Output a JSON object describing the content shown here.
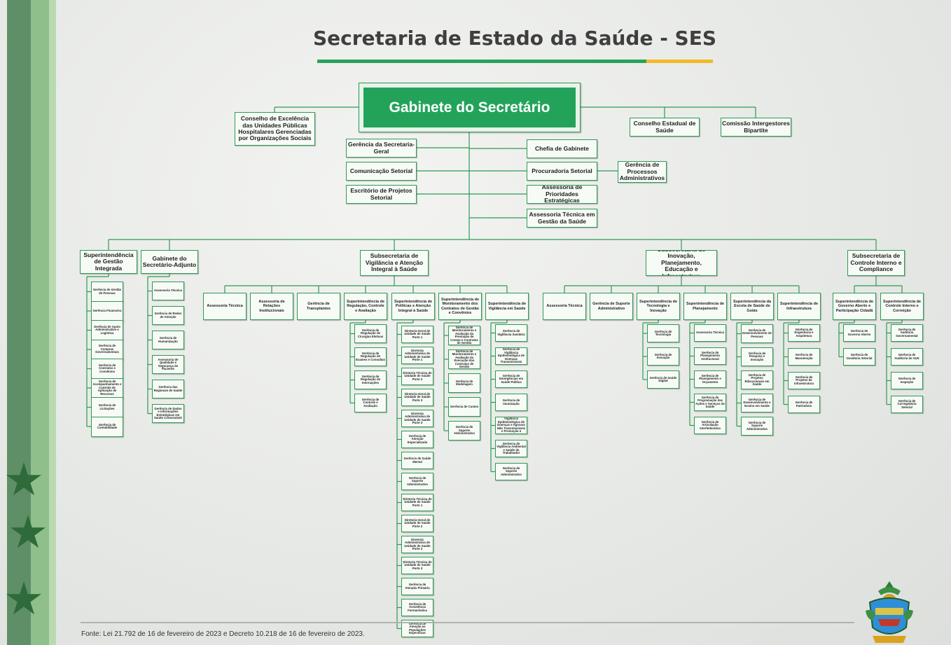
{
  "title": "Secretaria de Estado da Saúde - SES",
  "footer": "Fonte: Lei 21.792 de 16 de fevereiro de 2023 e Decreto 10.218 de 16 de fevereiro de 2023.",
  "colors": {
    "accent_green": "#23a35a",
    "border_green": "#2e9a52",
    "accent_yellow": "#f2b92a",
    "sidebar_green": "#5f8f66"
  },
  "top": {
    "gabinete": "Gabinete do Secretário",
    "conselho_excelencia": "Conselho de Excelência das Unidades Públicas Hospitalares Gerenciadas por Organizações Sociais",
    "conselho_estadual": "Conselho Estadual de Saúde",
    "comissao": "Comissão Intergestores Bipartite",
    "left_units": [
      "Gerência da Secretaria-Geral",
      "Comunicação Setorial",
      "Escritório de Projetos Setorial"
    ],
    "right_units": [
      "Chefia de Gabinete",
      "Procuradoria Setorial",
      "Assessoria de Prioridades Estratégicas",
      "Assessoria Técnica em Gestão da Saúde"
    ],
    "processos": "Gerência de Processos Administrativos"
  },
  "level1": {
    "sup_gestao": "Superintendência de Gestão Integrada",
    "gab_adjunto": "Gabinete do Secretário-Adjunto",
    "sub_vigilancia": "Subsecretaria de Vigilância e Atenção Integral à Saúde",
    "sub_inovacao": "Subsecretaria de Inovação, Planejamento, Educação e Infraestrutura",
    "sub_controle": "Subsecretaria de Controle Interno e Compliance"
  },
  "level2": {
    "vig": [
      "Assessoria Técnica",
      "Assessoria de Relações Institucionais",
      "Gerência de Transplantes",
      "Superintendência de Regulação, Controle e Avaliação",
      "Superintendência de Políticas e Atenção Integral à Saúde",
      "Superintendência de Monitoramento dos Contratos de Gestão e Convênios",
      "Superintendência de Vigilância em Saúde"
    ],
    "ino": [
      "Assessoria Técnica",
      "Gerência de Suporte Administrativo",
      "Superintendência de Tecnologia e Inovação",
      "Superintendência de Planejamento",
      "Superintendência da Escola de Saúde de Goiás",
      "Superintendência de Infraestrutura"
    ],
    "ctl": [
      "Superintendência de Governo Aberto e Participação Cidadã",
      "Superintendência de Controle Interno e Correição"
    ]
  },
  "level3": {
    "gestao": [
      "Gerência de Gestão de Pessoas",
      "Gerência Financeira",
      "Gerência de Apoio Administrativo e Logística",
      "Gerência de Compras Governamentais",
      "Gerência de Contratos e Convênios",
      "Gerência de Acompanhamento e Controle de Aplicação de Recursos",
      "Gerência de Licitações",
      "Gerência de Contabilidade"
    ],
    "adjunto": [
      "Assessoria Técnica",
      "Gerência de Redes de Atenção",
      "Gerência de Humanização",
      "Assessoria de Qualidade e Segurança do Paciente",
      "Gerência das Regionais de Saúde",
      "Gerência de Dados e Informações Estratégicas em Saúde ConectaSUS"
    ],
    "regulacao": [
      "Gerência de Regulação de Cirurgias Eletivas",
      "Gerência de Regulação de Exames e Consultas",
      "Gerência de Regulação de Internações",
      "Gerência de Controle e Avaliação"
    ],
    "politicas": [
      "Diretoria-Geral de Unidade de Saúde Porte 1",
      "Diretoria Administrativa de Unidade de Saúde Porte 1",
      "Diretoria Técnica de Unidade de Saúde Porte 2",
      "Diretoria-Geral de Unidade de Saúde Porte 3",
      "Diretoria Administrativa de Unidade de Saúde Porte 3",
      "Gerência de Atenção Especializada",
      "Gerência de Saúde Mental",
      "Gerência de Suporte Administrativo",
      "Diretoria Técnica de Unidade de Saúde Porte 1",
      "Diretoria-Geral de Unidade de Saúde Porte 2",
      "Diretoria Administrativa de Unidade de Saúde Porte 2",
      "Diretoria Técnica de Unidade de Saúde Porte 3",
      "Gerência de Atenção Primária",
      "Gerência de Assistência Farmacêutica",
      "Gerência de Atenção às Populações Específicas"
    ],
    "monitoramento": [
      "Gerência de Monitoramento e Avaliação da Prestação de Contas e Contratos de Gestão",
      "Gerência de Monitoramento e Avaliação da Execução dos Contratos de Gestão",
      "Gerência de Modelagem",
      "Gerência de Custos",
      "Gerência de Suporte Administrativo"
    ],
    "vigilancia": [
      "Gerência de Vigilância Sanitária",
      "Gerência de Vigilância Epidemiológica de Doenças Transmissíveis",
      "Gerência de Emergências em Saúde Pública",
      "Gerência de Imunização",
      "Gerência de Vigilância Epidemiológica de Doenças e Agravos Não Transmissíveis e Promoção à Saúde",
      "Gerência de Vigilância Ambiental e Saúde do Trabalhador",
      "Gerência de Suporte Administrativo"
    ],
    "tecnologia": [
      "Gerência de Tecnologia",
      "Gerência de Inovação",
      "Gerência de Saúde Digital"
    ],
    "planejamento": [
      "Assessoria Técnica",
      "Gerência de Planejamento Institucional",
      "Gerência de Planejamento e Orçamento",
      "Gerência de Programação das Ações e Serviços de Saúde",
      "Gerência de Articulação Interfederativa"
    ],
    "escola": [
      "Gerência de Desenvolvimento de Pessoas",
      "Gerência de Pesquisa e Inovação",
      "Gerência de Projetos Educacionais em Saúde",
      "Gerência de Desenvolvimento e Ensino em Saúde",
      "Gerência de Suporte Administrativo"
    ],
    "infra": [
      "Gerência de Engenharia e Arquitetura",
      "Gerência de Manutenção",
      "Gerência de Projetos de Infraestrutura",
      "Gerência de Patrimônio"
    ],
    "governo": [
      "Gerência de Governo Aberto",
      "Gerência de Ouvidoria Setorial"
    ],
    "correicao": [
      "Gerência de Auditoria Governamental",
      "Gerência de Auditoria do SUS",
      "Gerência de Inspeção",
      "Gerência de Corregedoria Setorial"
    ]
  }
}
